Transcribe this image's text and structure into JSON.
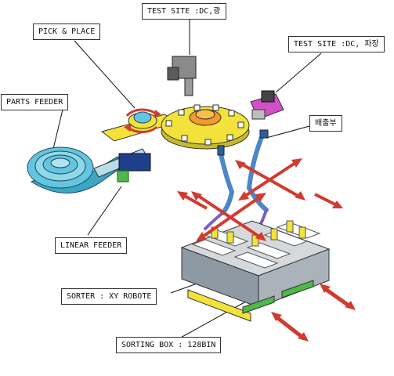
{
  "labels": {
    "test_site_dc_light": "TEST SITE :DC,광",
    "test_site_dc_wavelength": "TEST SITE :DC, 파장",
    "pick_and_place": "PICK & PLACE",
    "parts_feeder": "PARTS FEEDER",
    "discharge": "배출부",
    "linear_feeder": "LINEAR FEEDER",
    "sorter": "SORTER : XY ROBOTE",
    "sorting_box": "SORTING BOX : 128BIN"
  },
  "colors": {
    "feeder_cyan": "#63c6e0",
    "table_yellow": "#f2e23a",
    "hub_orange": "#f29a2e",
    "arrow_red": "#d33a2e",
    "tube_blue": "#4a86c8",
    "linear_green": "#4fb84a",
    "magenta_module": "#d24fc6",
    "bin_gray": "#b9bfc4"
  }
}
